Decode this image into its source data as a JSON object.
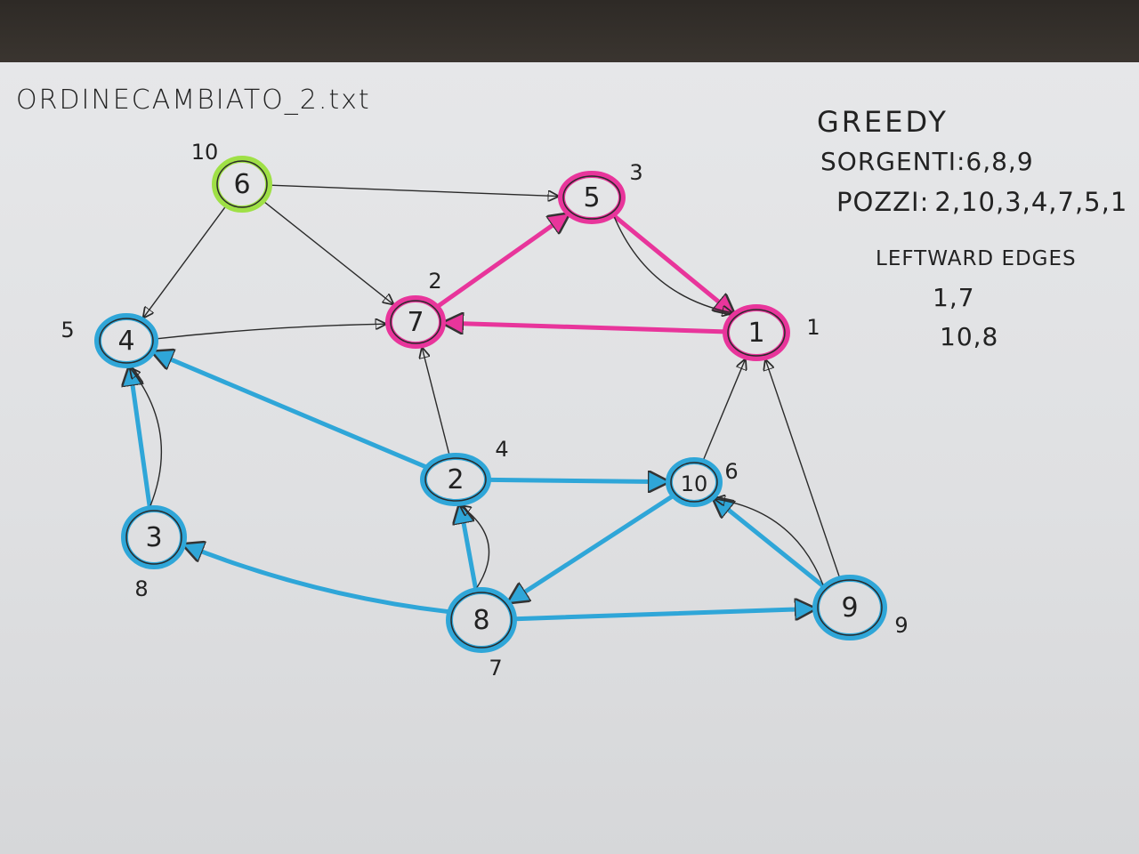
{
  "file_title": "ORDINECAMBIATO_2.txt",
  "info": {
    "greedy_title": "GREEDY",
    "sources_label": "SORGENTI:",
    "sources_value": "6,8,9",
    "sinks_label": "POZZI:",
    "sinks_value": "2,10,3,4,7,5,1",
    "leftward_title": "LEFTWARD EDGES",
    "leftward_edges": [
      "1,7",
      "10,8"
    ]
  },
  "colors": {
    "pink": "#e8359b",
    "blue": "#2fa6d8",
    "green": "#9fe046",
    "ink": "#2a2a2a"
  },
  "nodes": [
    {
      "id": "6",
      "label": "6",
      "order": "10",
      "highlight": "green"
    },
    {
      "id": "5",
      "label": "5",
      "order": "3",
      "highlight": "pink"
    },
    {
      "id": "7",
      "label": "7",
      "order": "2",
      "highlight": "pink"
    },
    {
      "id": "1",
      "label": "1",
      "order": "1",
      "highlight": "pink"
    },
    {
      "id": "4",
      "label": "4",
      "order": "5",
      "highlight": "blue"
    },
    {
      "id": "2",
      "label": "2",
      "order": "4",
      "highlight": "blue"
    },
    {
      "id": "10",
      "label": "10",
      "order": "6",
      "highlight": "blue"
    },
    {
      "id": "3",
      "label": "3",
      "order": "8",
      "highlight": "blue"
    },
    {
      "id": "8",
      "label": "8",
      "order": "7",
      "highlight": "blue"
    },
    {
      "id": "9",
      "label": "9",
      "order": "9",
      "highlight": "blue"
    }
  ],
  "edges": [
    {
      "from": "6",
      "to": "5",
      "color": "ink"
    },
    {
      "from": "6",
      "to": "7",
      "color": "ink"
    },
    {
      "from": "6",
      "to": "4",
      "color": "ink"
    },
    {
      "from": "7",
      "to": "5",
      "color": "pink"
    },
    {
      "from": "5",
      "to": "1",
      "color": "pink"
    },
    {
      "from": "5",
      "to": "1",
      "color": "ink"
    },
    {
      "from": "1",
      "to": "7",
      "color": "pink"
    },
    {
      "from": "4",
      "to": "7",
      "color": "ink"
    },
    {
      "from": "2",
      "to": "4",
      "color": "blue"
    },
    {
      "from": "2",
      "to": "7",
      "color": "ink"
    },
    {
      "from": "2",
      "to": "10",
      "color": "blue"
    },
    {
      "from": "10",
      "to": "1",
      "color": "ink"
    },
    {
      "from": "3",
      "to": "4",
      "color": "blue"
    },
    {
      "from": "3",
      "to": "4",
      "color": "ink"
    },
    {
      "from": "8",
      "to": "2",
      "color": "blue"
    },
    {
      "from": "8",
      "to": "2",
      "color": "ink"
    },
    {
      "from": "8",
      "to": "3",
      "color": "blue"
    },
    {
      "from": "8",
      "to": "9",
      "color": "blue"
    },
    {
      "from": "10",
      "to": "8",
      "color": "blue"
    },
    {
      "from": "9",
      "to": "10",
      "color": "blue"
    },
    {
      "from": "9",
      "to": "10",
      "color": "ink"
    },
    {
      "from": "9",
      "to": "1",
      "color": "ink"
    }
  ]
}
